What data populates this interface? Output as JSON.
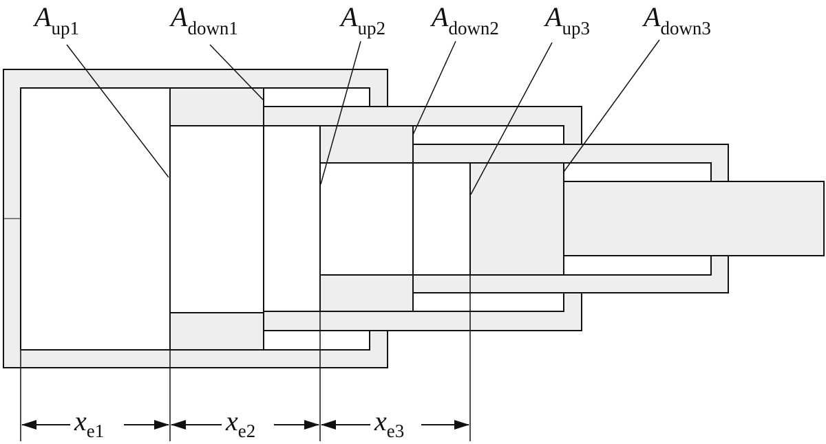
{
  "labels": {
    "a_up1": {
      "main": "A",
      "sub": "up1"
    },
    "a_down1": {
      "main": "A",
      "sub": "down1"
    },
    "a_up2": {
      "main": "A",
      "sub": "up2"
    },
    "a_down2": {
      "main": "A",
      "sub": "down2"
    },
    "a_up3": {
      "main": "A",
      "sub": "up3"
    },
    "a_down3": {
      "main": "A",
      "sub": "down3"
    },
    "x_e1": {
      "main": "x",
      "sub": "e1"
    },
    "x_e2": {
      "main": "x",
      "sub": "e2"
    },
    "x_e3": {
      "main": "x",
      "sub": "e3"
    }
  },
  "colors": {
    "line": "#111111",
    "fill_gray": "#eeeeee",
    "fill_white": "#ffffff"
  }
}
